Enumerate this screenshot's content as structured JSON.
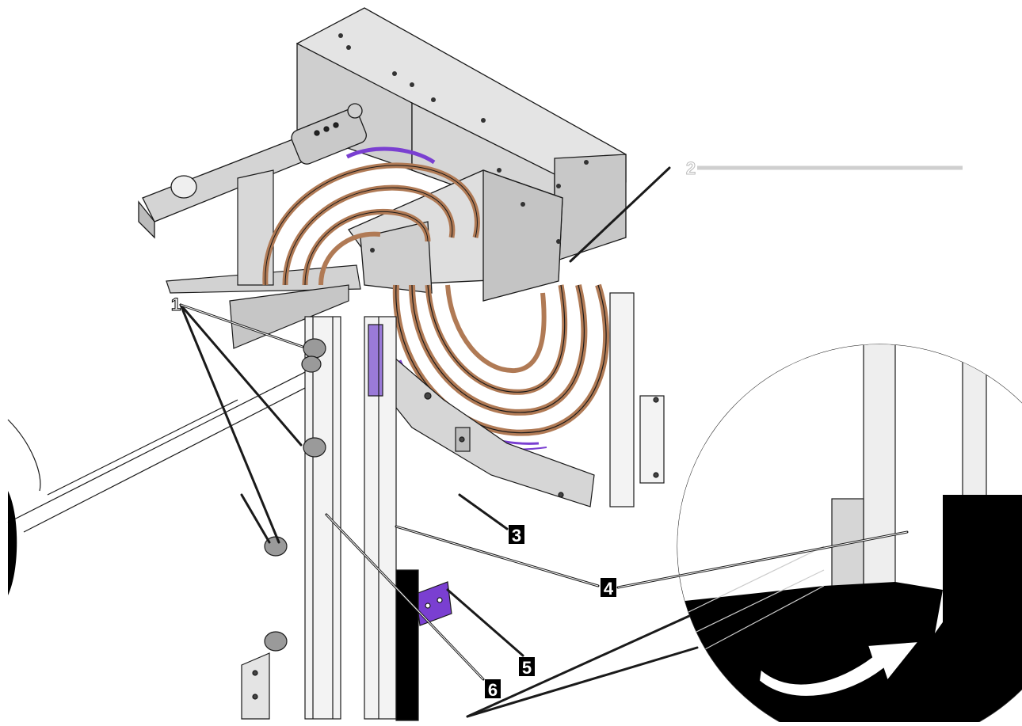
{
  "diagram": {
    "callouts": [
      {
        "id": "1",
        "label": "1"
      },
      {
        "id": "2",
        "label": "2"
      },
      {
        "id": "3",
        "label": "3"
      },
      {
        "id": "4",
        "label": "4"
      },
      {
        "id": "5",
        "label": "5"
      },
      {
        "id": "6",
        "label": "6"
      }
    ],
    "colors": {
      "line": "#1a1a1a",
      "part_fill": "#d9d9d9",
      "part_fill_dark": "#bdbdbd",
      "copper": "#b07a55",
      "purple": "#7a3fd1",
      "detail_bg": "#000000",
      "arrow": "#ffffff"
    },
    "icons": [
      "curved-rotation-arrow-icon"
    ]
  }
}
